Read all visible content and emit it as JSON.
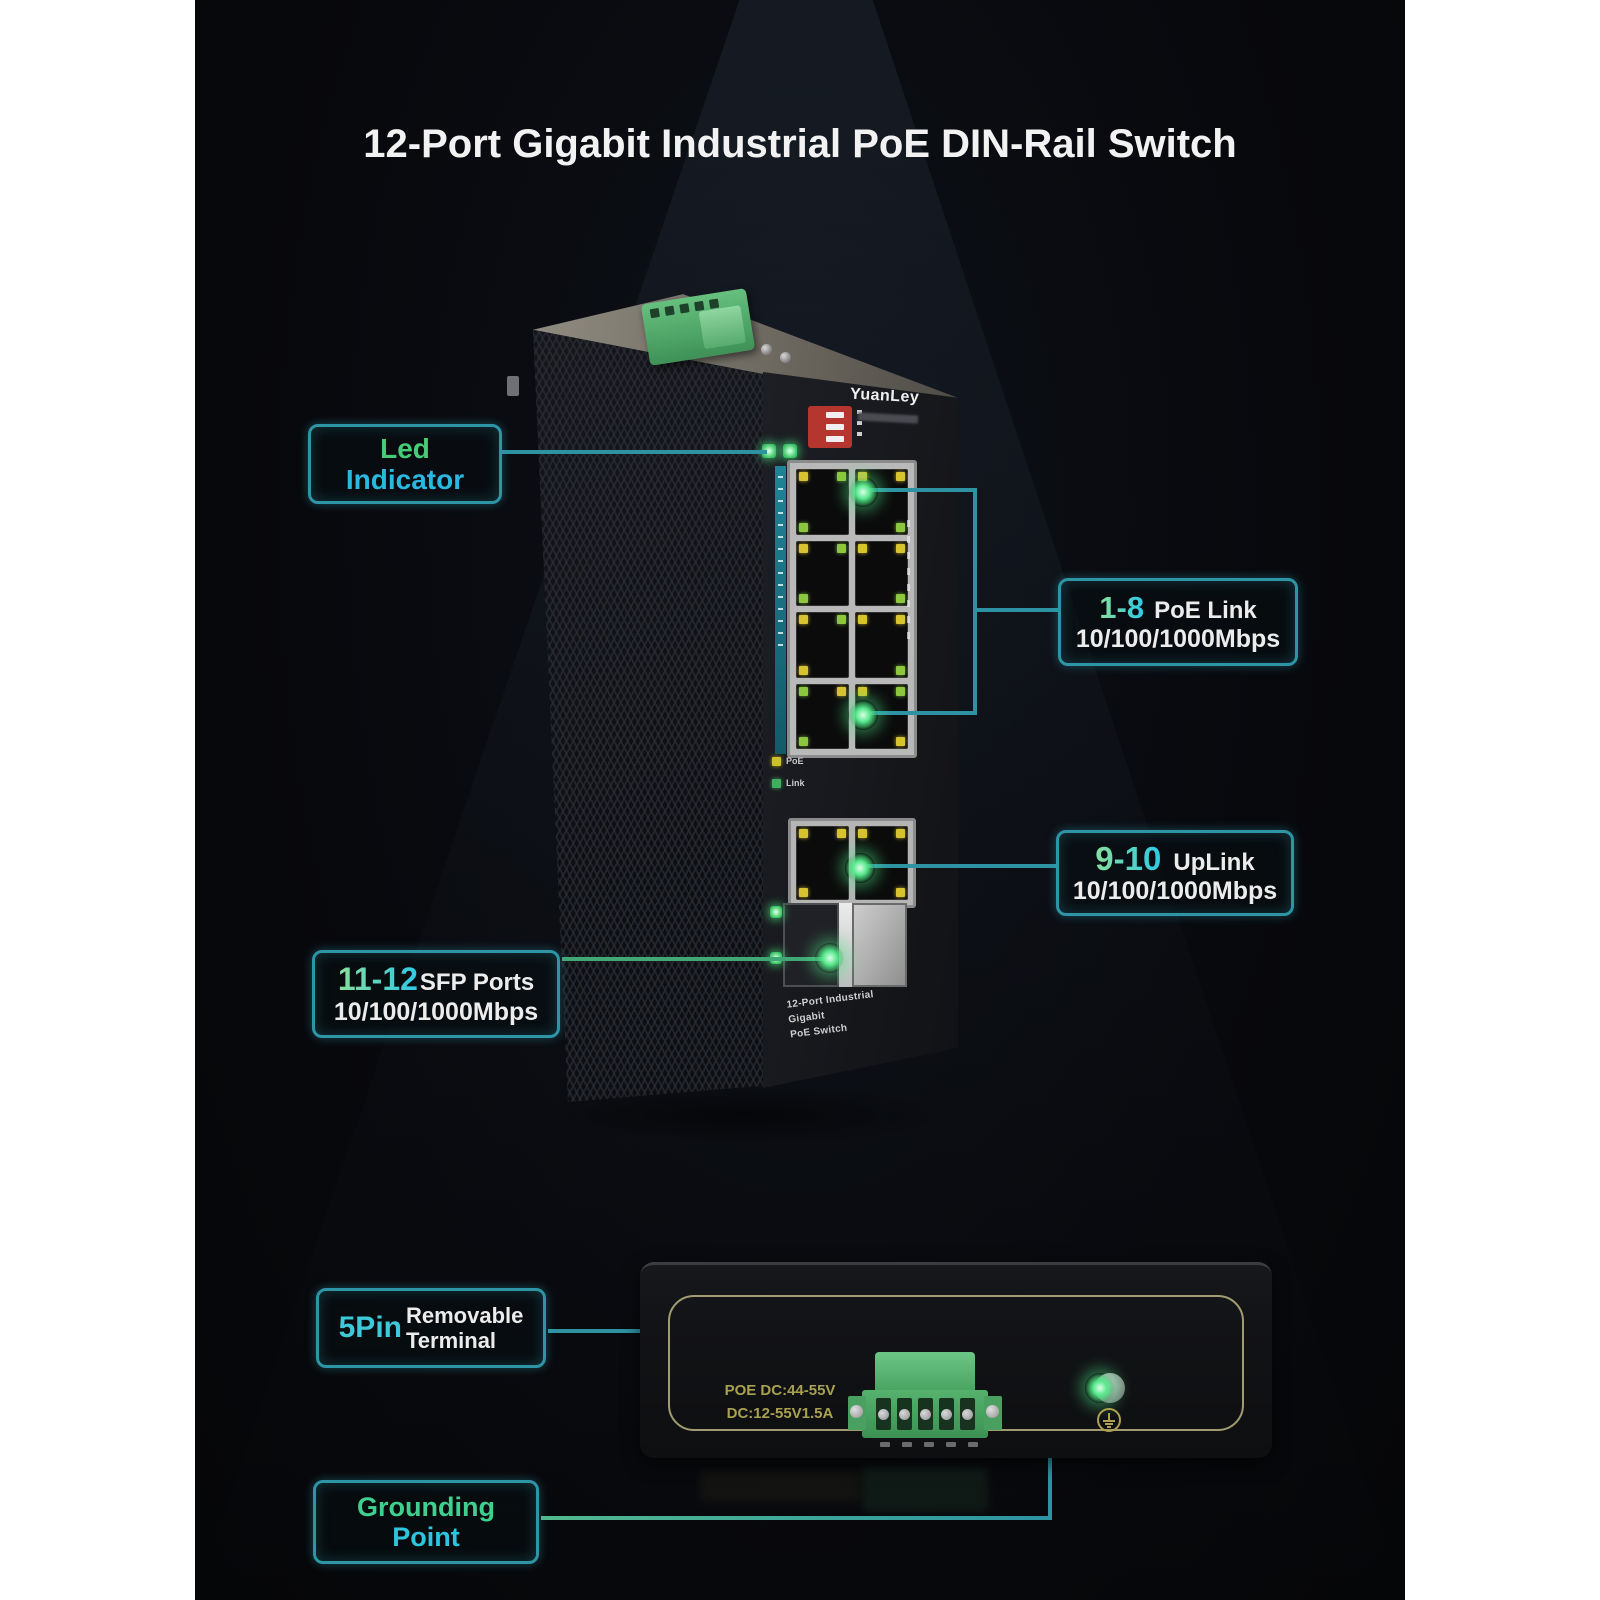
{
  "title": "12-Port Gigabit Industrial PoE DIN-Rail Switch",
  "colors": {
    "background": "#08090d",
    "callout_border": "#2d95a6",
    "accent_green": "#46cc78",
    "accent_cyan": "#2cc4de",
    "connector_teal": "#2d93a3",
    "power_text": "#a8a14f",
    "terminal_green": "#55b26d"
  },
  "callouts": {
    "led": {
      "line1": "Led",
      "line2": "Indicator"
    },
    "poe": {
      "range": "1-8",
      "label": "PoE Link",
      "speed": "10/100/1000Mbps"
    },
    "uplink": {
      "range": "9-10",
      "label": "UpLink",
      "speed": "10/100/1000Mbps"
    },
    "sfp": {
      "range": "11-12",
      "label": "SFP Ports",
      "speed": "10/100/1000Mbps"
    },
    "terminal": {
      "range": "5Pin",
      "label_line1": "Removable",
      "label_line2": "Terminal"
    },
    "grounding": {
      "line1": "Grounding",
      "line2": "Point"
    }
  },
  "device": {
    "brand": "YuanLey",
    "front_print_line1": "12-Port Industrial Gigabit",
    "front_print_line2": "PoE Switch",
    "port_legend_poe": "PoE",
    "port_legend_link": "Link"
  },
  "bottom_panel": {
    "power_line1": "POE DC:44-55V",
    "power_line2": "DC:12-55V1.5A"
  }
}
